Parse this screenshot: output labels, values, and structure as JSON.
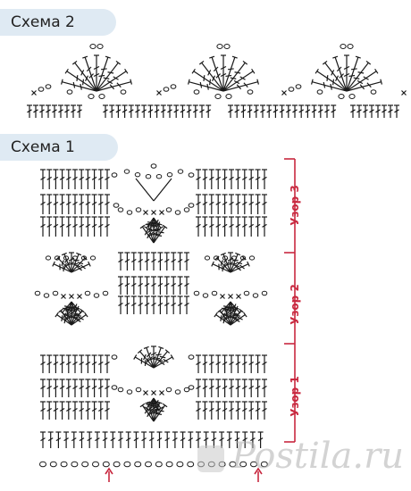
{
  "header_top": "Схема 2",
  "header_bottom": "Схема 1",
  "sections": [
    "Узор 3",
    "Узор 2",
    "Узор 1"
  ],
  "watermark": "Postila.ru",
  "colors": {
    "ink": "#1a1a1a",
    "accent": "#c8283f",
    "header_bg": "#dfeaf3"
  }
}
